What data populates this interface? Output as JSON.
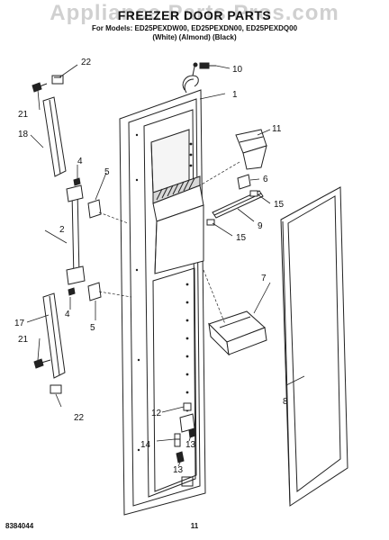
{
  "header": {
    "title": "FREEZER DOOR PARTS",
    "watermark": "Appliance Parts Pros.com",
    "models": "For Models: ED25PEXDW00, ED25PEXDN00, ED25PEXDQ00",
    "colors": "(White)      (Almond)      (Black)"
  },
  "footer": {
    "doc_number": "8384044",
    "page_number": "11"
  },
  "callouts": [
    "1",
    "2",
    "4",
    "4",
    "5",
    "5",
    "6",
    "7",
    "8",
    "9",
    "10",
    "11",
    "12",
    "13",
    "13",
    "14",
    "15",
    "15",
    "17",
    "18",
    "21",
    "21",
    "22",
    "22"
  ]
}
